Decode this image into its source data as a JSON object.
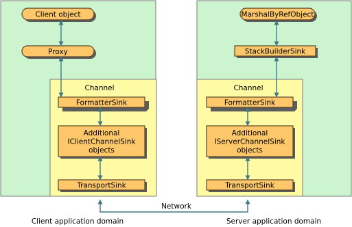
{
  "colors": {
    "domain_fill": "#ccf5cf",
    "channel_fill": "#fffba4",
    "box_fill": "#fdc76a",
    "box_border": "#5a4626",
    "shadow": "#5c5c5c",
    "arrow": "#3e7a84",
    "line": "#7a7a7a"
  },
  "client": {
    "domain_label": "Client application domain",
    "client_object": "Client object",
    "proxy": "Proxy",
    "channel_title": "Channel",
    "formatter": "FormatterSink",
    "additional": [
      "Additional",
      "IClientChannelSink",
      "objects"
    ],
    "transport": "TransportSink"
  },
  "server": {
    "domain_label": "Server application domain",
    "marshal_object": "MarshalByRefObject",
    "stackbuilder": "StackBuilderSink",
    "channel_title": "Channel",
    "formatter": "FormatterSink",
    "additional": [
      "Additional",
      "IServerChannelSink",
      "objects"
    ],
    "transport": "TransportSink"
  },
  "network_label": "Network"
}
